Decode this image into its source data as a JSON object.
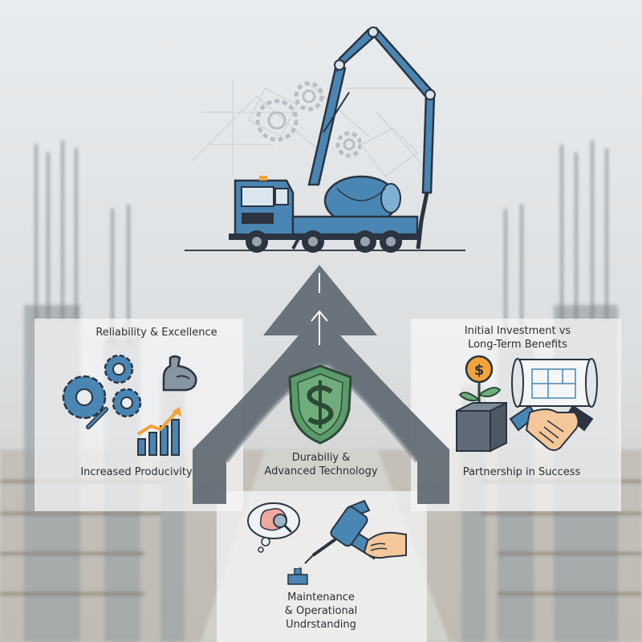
{
  "labels": {
    "top_left_title": "Reliability & Excellence",
    "left_bottom": "Increased Producivity",
    "center_line1": "Durabiliy &",
    "center_line2": "Advanced Technology",
    "top_right_line1": "Initial Investment vs",
    "top_right_line2": "Long-Term Benefits",
    "right_bottom": "Partnership in Success",
    "bottom_line1": "Maintenance",
    "bottom_line2": "& Operational",
    "bottom_line3": "Undrstanding"
  },
  "icons": {
    "truck": "concrete-pump-truck-icon",
    "gears": "gears-icon",
    "muscle": "flexed-arm-icon",
    "growth": "growth-chart-icon",
    "shield": "shield-dollar-icon",
    "plant": "money-plant-icon",
    "blueprint": "blueprint-icon",
    "handshake": "handshake-icon",
    "brain": "brain-thought-icon",
    "tool": "grease-gun-hand-icon"
  },
  "colors": {
    "accent_blue": "#4a86b4",
    "arrow_gray": "#5f6872",
    "shield_green": "#5b9a6a",
    "coin_orange": "#f2a33a",
    "text_dark": "#2c2f33"
  }
}
